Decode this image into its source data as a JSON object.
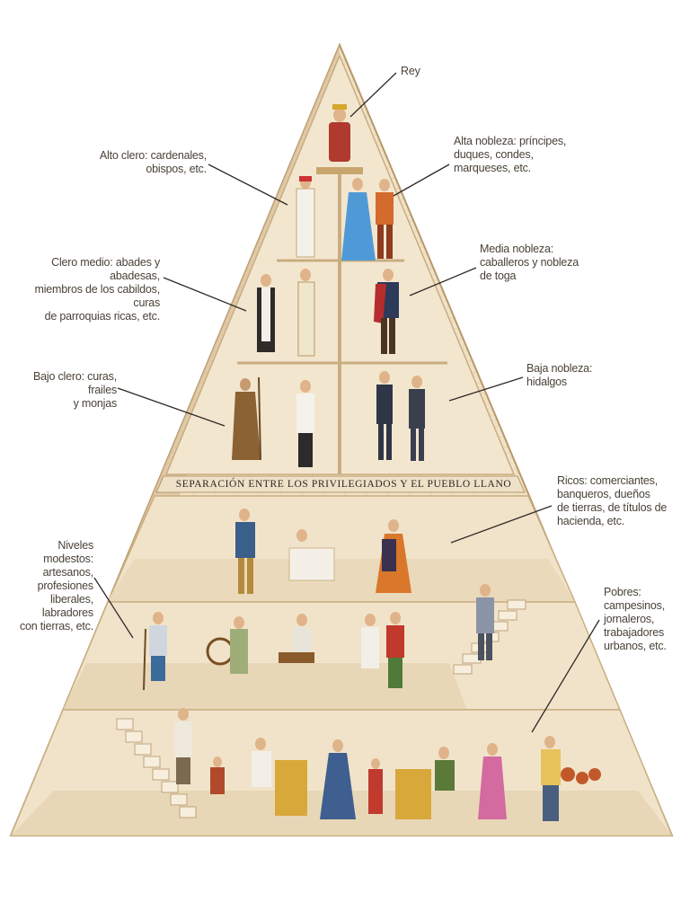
{
  "labels": {
    "rey": "Rey",
    "alto_clero": [
      "Alto clero: cardenales,",
      "obispos, etc."
    ],
    "alta_nobleza": [
      "Alta nobleza: príncipes,",
      "duques, condes,",
      "marqueses, etc."
    ],
    "clero_medio": [
      "Clero medio: abades y abadesas,",
      "miembros de los cabildos, curas",
      "de parroquias ricas, etc."
    ],
    "media_nobleza": [
      "Media nobleza:",
      "caballeros y nobleza",
      "de toga"
    ],
    "bajo_clero": [
      "Bajo clero: curas, frailes",
      "y monjas"
    ],
    "baja_nobleza": [
      "Baja nobleza:",
      "hidalgos"
    ],
    "separacion": "SEPARACIÓN ENTRE LOS PRIVILEGIADOS Y EL PUEBLO LLANO",
    "ricos": [
      "Ricos: comerciantes,",
      "banqueros, dueños",
      "de tierras, de títulos de",
      "hacienda, etc."
    ],
    "niveles_modestos": [
      "Niveles modestos:",
      "artesanos,",
      "profesiones",
      "liberales, labradores",
      "con tierras, etc."
    ],
    "pobres": [
      "Pobres:",
      "campesinos,",
      "jornaleros,",
      "trabajadores",
      "urbanos, etc."
    ]
  },
  "colors": {
    "stone": "#efe1c8",
    "stone_dark": "#d9c29d",
    "edge": "#b89868",
    "leader": "#2e2a26",
    "text": "#4a4238"
  }
}
